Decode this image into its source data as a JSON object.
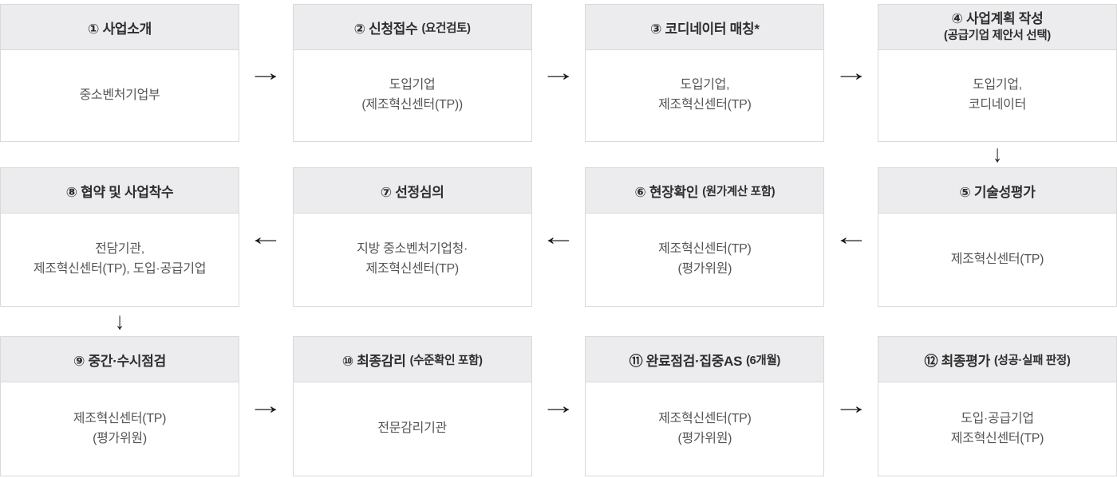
{
  "colors": {
    "header_bg": "#ececee",
    "box_border": "#d9d9d9",
    "title_text": "#2e2e2e",
    "body_text": "#555555",
    "arrow": "#1a1a1a"
  },
  "icons": {
    "arrow_right": "→",
    "arrow_left": "←",
    "arrow_down": "↓"
  },
  "steps": [
    {
      "title": "① 사업소개",
      "suffix": "",
      "body": "중소벤처기업부"
    },
    {
      "title": "② 신청접수",
      "suffix": "(요건검토)",
      "body": "도입기업\n(제조혁신센터(TP))"
    },
    {
      "title": "③ 코디네이터 매칭*",
      "suffix": "",
      "body": "도입기업,\n제조혁신센터(TP)"
    },
    {
      "title": "④ 사업계획 작성",
      "suffix": "(공급기업 제안서 선택)",
      "body": "도입기업,\n코디네이터"
    },
    {
      "title": "⑤ 기술성평가",
      "suffix": "",
      "body": "제조혁신센터(TP)"
    },
    {
      "title": "⑥ 현장확인",
      "suffix": "(원가계산 포함)",
      "body": "제조혁신센터(TP)\n(평가위원)"
    },
    {
      "title": "⑦ 선정심의",
      "suffix": "",
      "body": "지방 중소벤처기업청·\n제조혁신센터(TP)"
    },
    {
      "title": "⑧ 협약 및 사업착수",
      "suffix": "",
      "body": "전담기관,\n제조혁신센터(TP), 도입·공급기업"
    },
    {
      "title": "⑨ 중간·수시점검",
      "suffix": "",
      "body": "제조혁신센터(TP)\n(평가위원)"
    },
    {
      "title": "⑩ 최종감리",
      "suffix": "(수준확인 포함)",
      "body": "전문감리기관"
    },
    {
      "title": "⑪ 완료점검·집중AS",
      "suffix": "(6개월)",
      "body": "제조혁신센터(TP)\n(평가위원)"
    },
    {
      "title": "⑫ 최종평가",
      "suffix": "(성공·실패 판정)",
      "body": "도입·공급기업\n제조혁신센터(TP)"
    }
  ]
}
